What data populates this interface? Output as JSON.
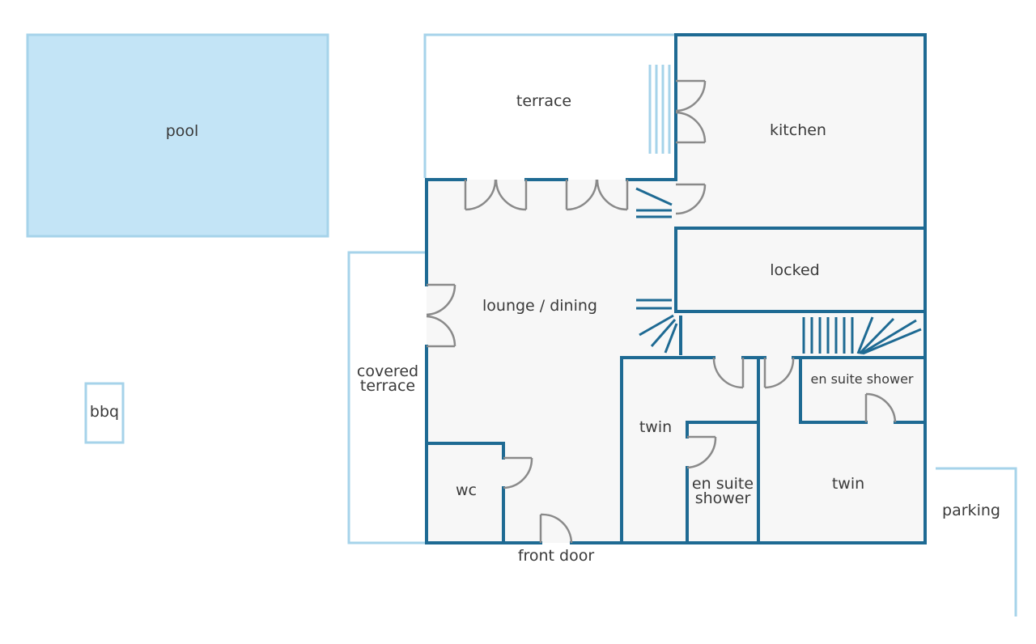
{
  "colors": {
    "wall": "#1e6a93",
    "outside_line": "#a6d3ea",
    "pool_fill": "#c3e4f6",
    "floor_fill": "#f7f7f7"
  },
  "labels": {
    "pool": "pool",
    "terrace": "terrace",
    "kitchen": "kitchen",
    "locked": "locked",
    "lounge": "lounge / dining",
    "covered_terrace": [
      "covered",
      "terrace"
    ],
    "bbq": "bbq",
    "twin_left": "twin",
    "twin_right": "twin",
    "en_suite_top": "en suite shower",
    "en_suite_left": [
      "en suite",
      "shower"
    ],
    "wc": "wc",
    "front_door": "front door",
    "parking": "parking"
  }
}
